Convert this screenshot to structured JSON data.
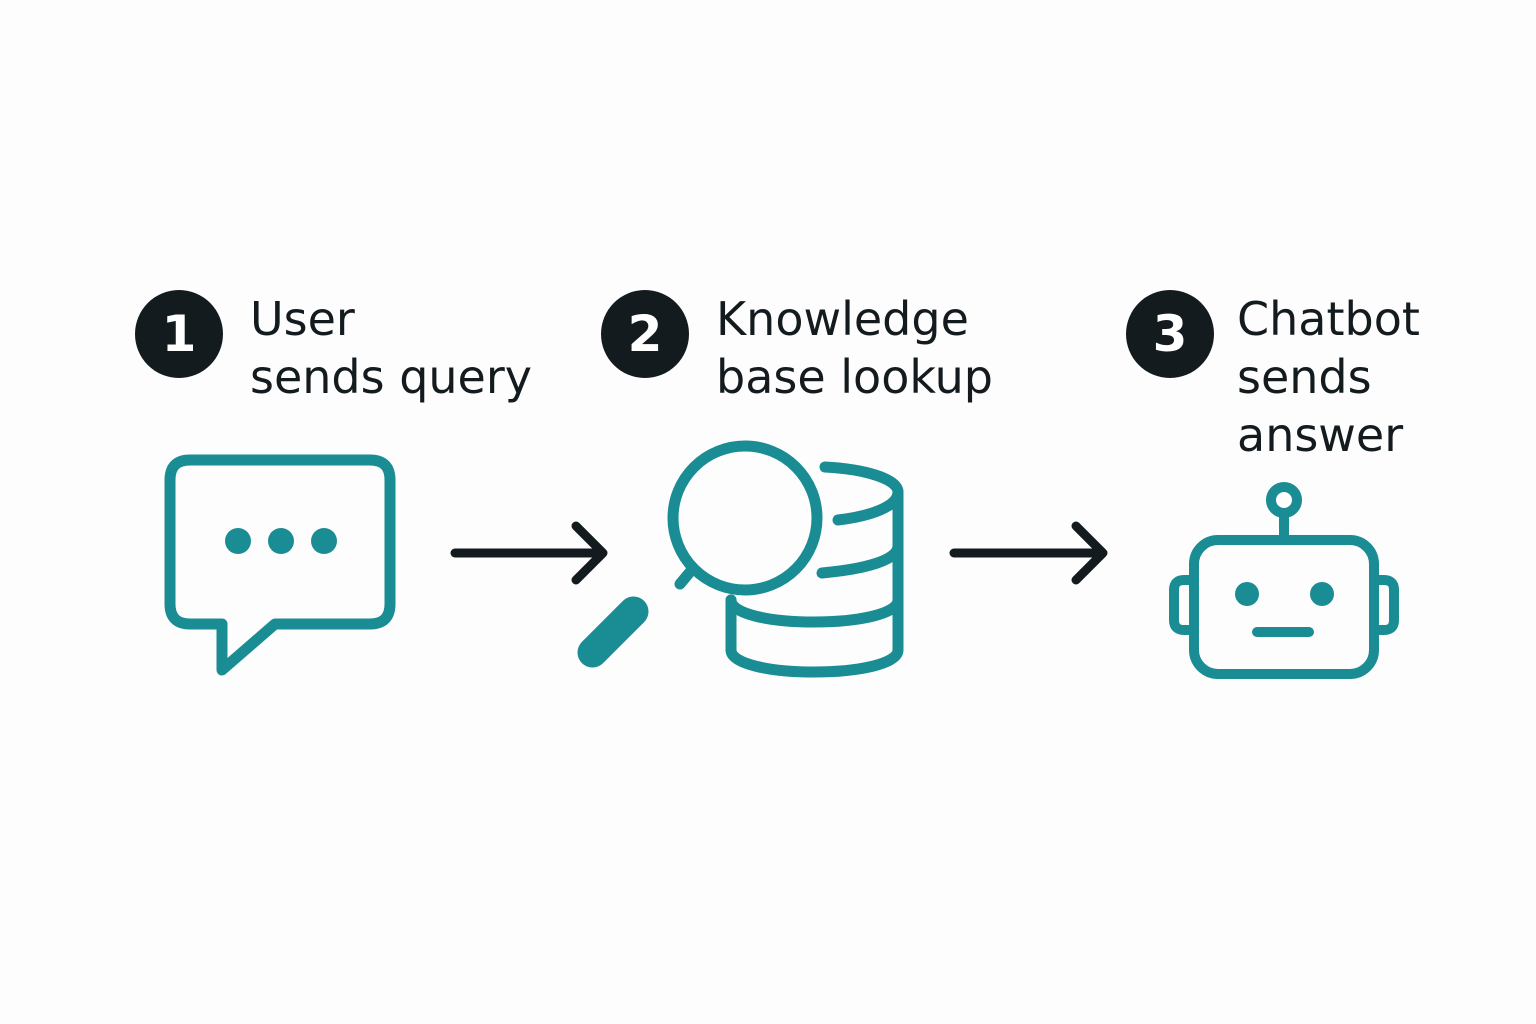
{
  "colors": {
    "accent": "#1a8c94",
    "dark": "#141b1f",
    "background": "#fdfdfd"
  },
  "steps": [
    {
      "number": "1",
      "label_lines": [
        "User",
        "sends query"
      ],
      "icon": "chat-bubble-icon"
    },
    {
      "number": "2",
      "label_lines": [
        "Knowledge",
        "base lookup"
      ],
      "icon": "database-search-icon"
    },
    {
      "number": "3",
      "label_lines": [
        "Chatbot",
        "sends",
        "answer"
      ],
      "icon": "robot-icon"
    }
  ],
  "arrows": [
    {
      "from": "1",
      "to": "2",
      "icon": "arrow-right-icon"
    },
    {
      "from": "2",
      "to": "3",
      "icon": "arrow-right-icon"
    }
  ]
}
